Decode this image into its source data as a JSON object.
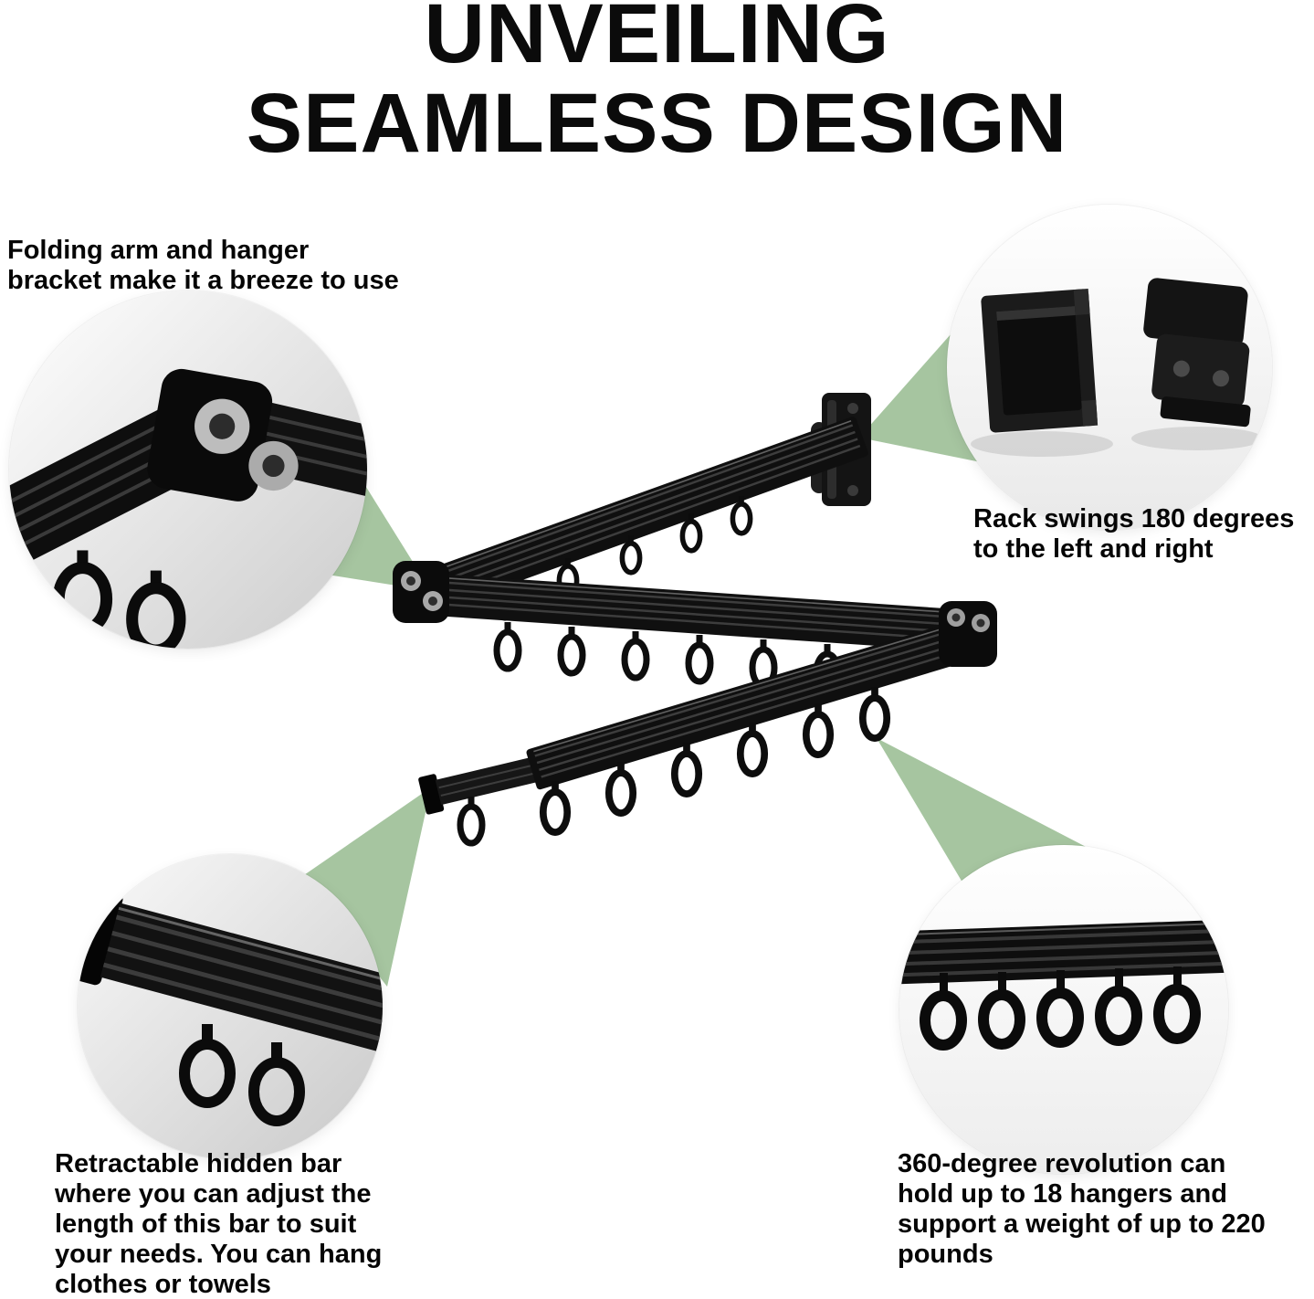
{
  "title": {
    "line1": "UNVEILING",
    "line2": "SEAMLESS DESIGN"
  },
  "callouts": {
    "folding_arm": {
      "text": "Folding arm and hanger bracket make it a breeze to use"
    },
    "swing": {
      "text": "Rack swings 180 degrees to the left and right"
    },
    "retractable_bar": {
      "text": "Retractable hidden bar where you can adjust the length of this bar to suit your needs. You can hang clothes or towels"
    },
    "revolution": {
      "text": "360-degree revolution can hold up to 18 hangers and support a weight of up to 220 pounds"
    }
  },
  "colors": {
    "accent_green": "#a6c5a0",
    "product_black": "#111111",
    "text": "#000000",
    "background": "#ffffff"
  }
}
